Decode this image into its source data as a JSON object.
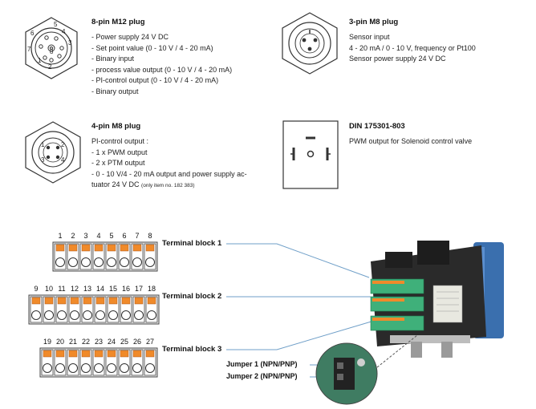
{
  "connectors": [
    {
      "title": "8-pin M12 plug",
      "lines": [
        "- Power supply 24 V DC",
        "- Set point value (0 - 10 V / 4 - 20 mA)",
        "- Binary input",
        "- process value output (0 - 10 V / 4 - 20 mA)",
        "- PI-control output (0 - 10 V / 4 - 20 mA)",
        "- Binary output"
      ],
      "pins": [
        "1",
        "2",
        "3",
        "4",
        "5",
        "6",
        "7",
        "8"
      ]
    },
    {
      "title": "3-pin M8 plug",
      "lines": [
        "Sensor input",
        "4 - 20 mA / 0 - 10 V, frequency or Pt100",
        "Sensor power supply 24 V DC"
      ]
    },
    {
      "title": "4-pin M8 plug",
      "lines": [
        "PI-control output :",
        "- 1 x PWM output",
        "- 2 x PTM output",
        "- 0 - 10 V/4 - 20 mA output and power supply ac-",
        "tuator 24 V DC"
      ],
      "note": "(only item no. 182 383)",
      "pins": [
        "1",
        "2",
        "3",
        "4"
      ]
    },
    {
      "title": "DIN 175301-803",
      "lines": [
        "PWM output for Solenoid control valve"
      ]
    }
  ],
  "terminal_blocks": [
    {
      "label": "Terminal block 1",
      "numbers": [
        "1",
        "2",
        "3",
        "4",
        "5",
        "6",
        "7",
        "8"
      ]
    },
    {
      "label": "Terminal block 2",
      "numbers": [
        "9",
        "10",
        "11",
        "12",
        "13",
        "14",
        "15",
        "16",
        "17",
        "18"
      ]
    },
    {
      "label": "Terminal block 3",
      "numbers": [
        "19",
        "20",
        "21",
        "22",
        "23",
        "24",
        "25",
        "26",
        "27"
      ]
    }
  ],
  "jumpers": [
    "Jumper 1 (NPN/PNP)",
    "Jumper 2 (NPN/PNP)"
  ],
  "colors": {
    "terminal_green": "#3fb07a",
    "terminal_orange": "#f08a2a",
    "callout_line": "#6f9fc8",
    "housing_blue": "#3a6fae"
  }
}
